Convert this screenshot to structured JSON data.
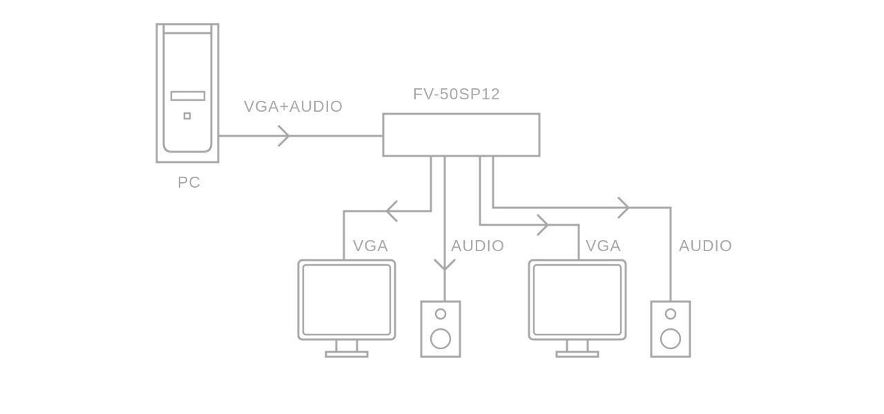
{
  "labels": {
    "pc": "PC",
    "splitter": "FV-50SP12",
    "input_cable": "VGA+AUDIO",
    "out_vga_1": "VGA",
    "out_audio_1": "AUDIO",
    "out_vga_2": "VGA",
    "out_audio_2": "AUDIO"
  },
  "colors": {
    "line": "#a8a8a8",
    "background": "#ffffff"
  }
}
